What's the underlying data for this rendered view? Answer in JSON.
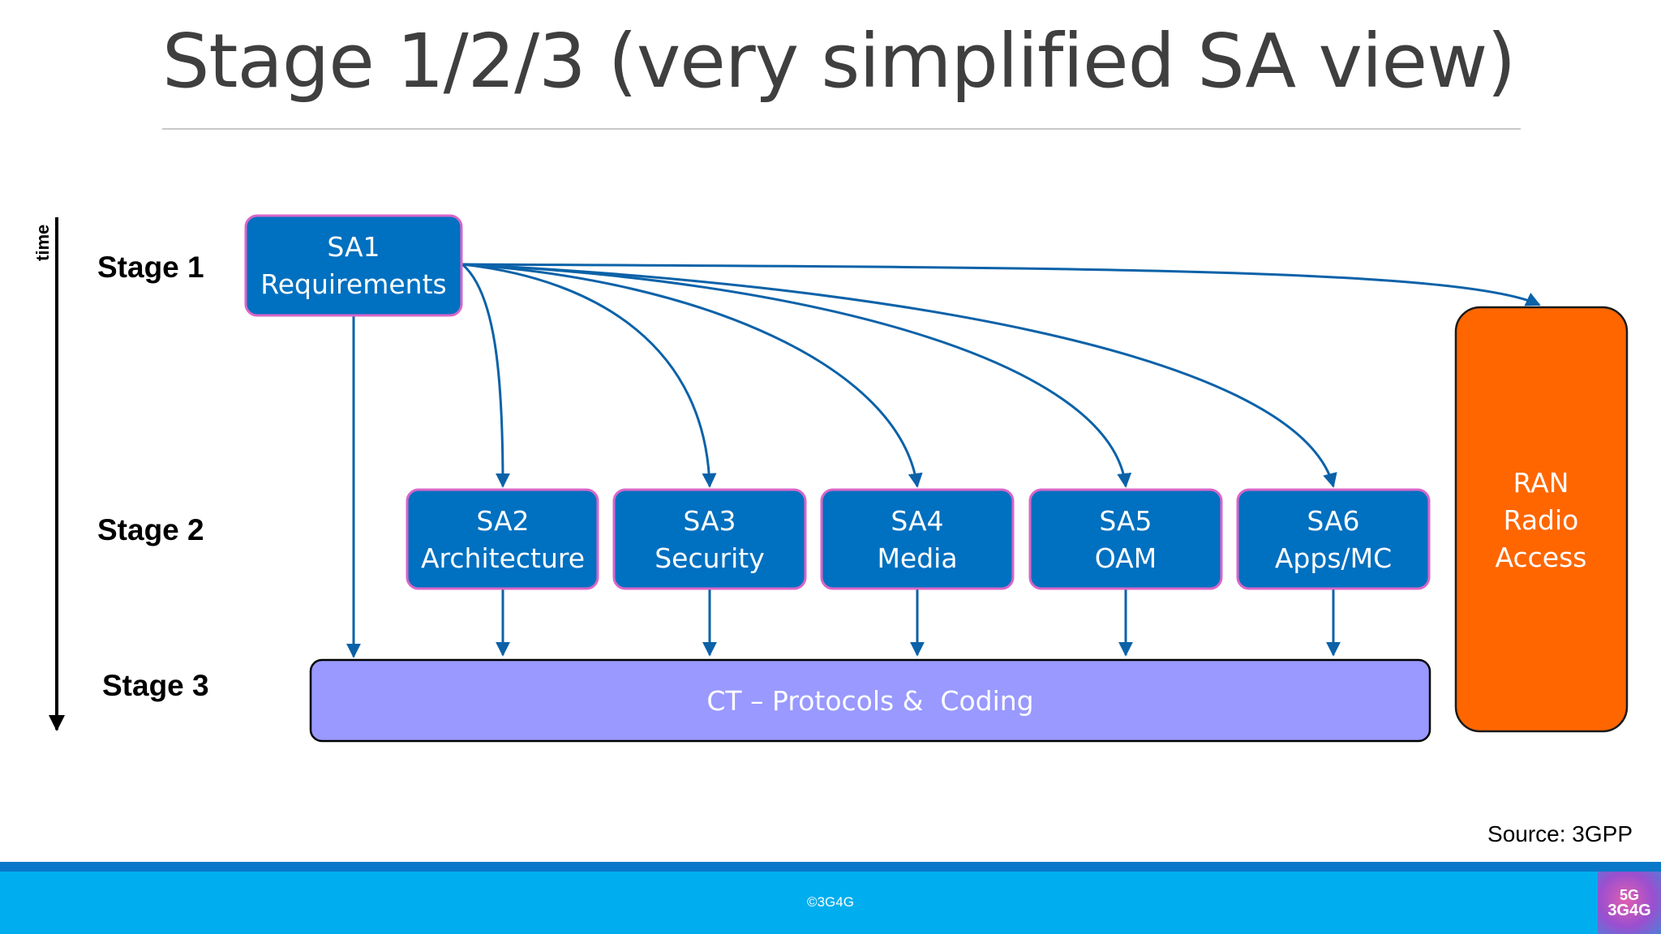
{
  "title": "Stage 1/2/3 (very simplified SA view)",
  "time_label": "time",
  "stages": {
    "stage1": "Stage 1",
    "stage2": "Stage 2",
    "stage3": "Stage 3"
  },
  "boxes": {
    "sa1": {
      "line1": "SA1",
      "line2": "Requirements"
    },
    "sa2": {
      "line1": "SA2",
      "line2": "Architecture"
    },
    "sa3": {
      "line1": "SA3",
      "line2": "Security"
    },
    "sa4": {
      "line1": "SA4",
      "line2": "Media"
    },
    "sa5": {
      "line1": "SA5",
      "line2": "OAM"
    },
    "sa6": {
      "line1": "SA6",
      "line2": "Apps/MC"
    },
    "ct": {
      "label": "CT – Protocols &  Coding"
    },
    "ran": {
      "line1": "RAN",
      "line2": "Radio",
      "line3": "Access"
    }
  },
  "source": "Source: 3GPP",
  "footer": {
    "copyright": "©3G4G",
    "logo_line1": "5G",
    "logo_line2": "3G4G"
  },
  "colors": {
    "sa_box_fill": "#0070c0",
    "sa_box_border": "#d966c8",
    "ct_fill": "#9999ff",
    "ran_fill": "#ff6600",
    "arrow": "#0b62a8",
    "footer": "#00aeef"
  }
}
